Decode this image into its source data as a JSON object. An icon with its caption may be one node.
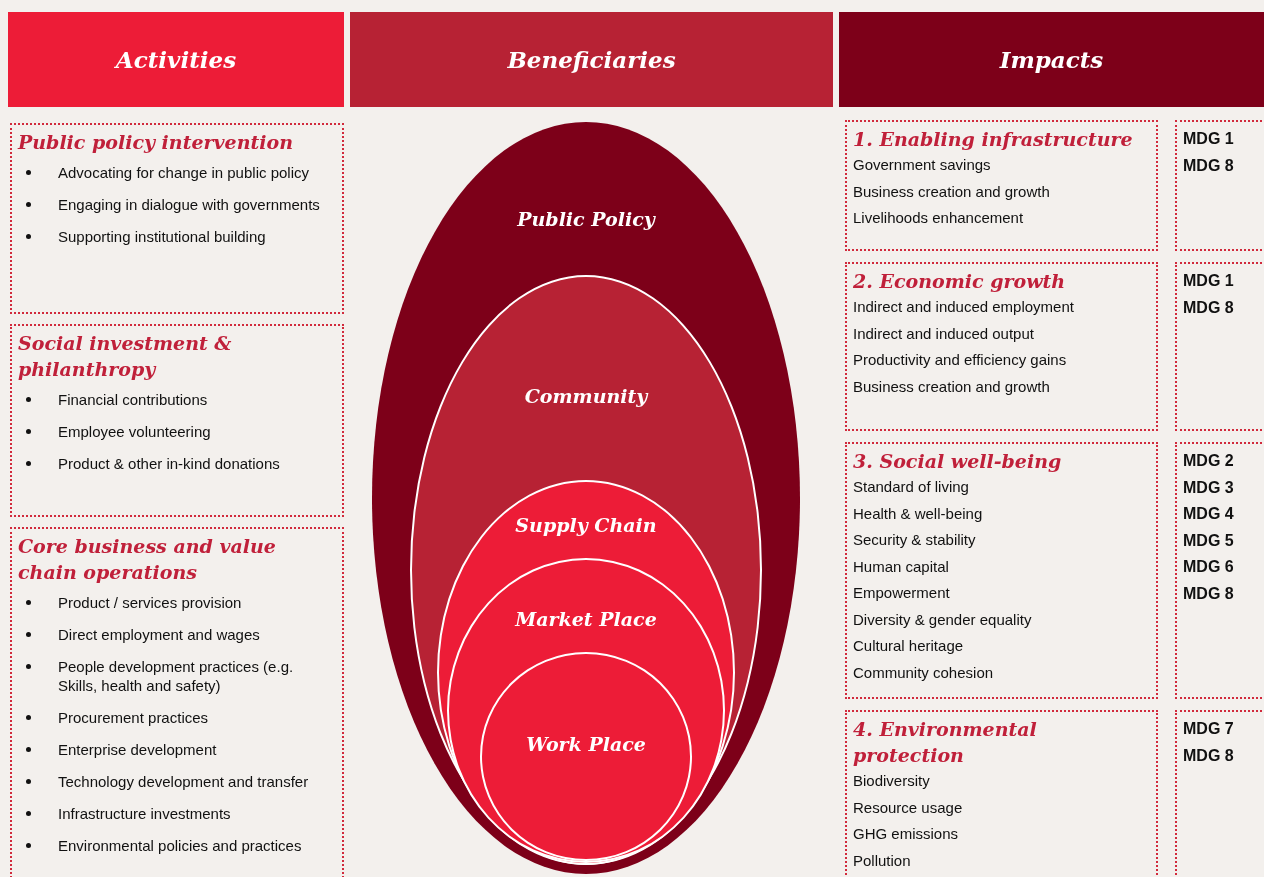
{
  "diagram": {
    "nodes": [
      {
        "text": [
          "Activities"
        ]
      },
      {
        "text": [
          "Beneficiaries"
        ]
      },
      {
        "text": [
          "Impacts"
        ]
      },
      {
        "text": [
          "Public policy intervention",
          "Advocating for change in public policy",
          "Engaging in dialogue with governments",
          "Supporting institutional building"
        ]
      },
      {
        "text": [
          "Social investment & philanthropy",
          "Financial contributions",
          "Employee volunteering",
          "Product & other in-kind donations"
        ]
      },
      {
        "text": [
          "Core business and value chain operations",
          "Product / services provision",
          "Direct employment and wages",
          "People development practices (e.g. Skills, health and safety)",
          "Procurement practices",
          "Enterprise development",
          "Technology development and transfer",
          "Infrastructure investments",
          "Environmental policies and practices"
        ]
      },
      {
        "text": [
          "Public Policy"
        ]
      },
      {
        "text": [
          "Community"
        ],
        "in": 6
      },
      {
        "text": [
          "Supply Chain"
        ],
        "in": 7
      },
      {
        "text": [
          "Market Place"
        ],
        "in": 8
      },
      {
        "text": [
          "Work Place"
        ],
        "in": 9
      },
      {
        "text": [
          "1. Enabling infrastructure",
          "Government savings",
          "Business creation and growth",
          "Livelihoods enhancement"
        ]
      },
      {
        "text": [
          "MDG 1",
          "MDG 8"
        ]
      },
      {
        "text": [
          "2. Economic growth",
          "Indirect and induced employment",
          "Indirect and induced output",
          "Productivity and efficiency gains",
          "Business creation and growth"
        ]
      },
      {
        "text": [
          "MDG 1",
          "MDG 8"
        ]
      },
      {
        "text": [
          "3. Social well-being",
          "Standard of living",
          "Health & well-being",
          "Security & stability",
          "Human capital",
          "Empowerment",
          "Diversity & gender equality",
          "Cultural heritage",
          "Community cohesion"
        ]
      },
      {
        "text": [
          "MDG 2",
          "MDG 3",
          "MDG 4",
          "MDG 5",
          "MDG 6",
          "MDG 8"
        ]
      },
      {
        "text": [
          "4. Environmental protection",
          "Biodiversity",
          "Resource usage",
          "GHG emissions",
          "Pollution"
        ]
      },
      {
        "text": [
          "MDG 7",
          "MDG 8"
        ]
      }
    ]
  }
}
